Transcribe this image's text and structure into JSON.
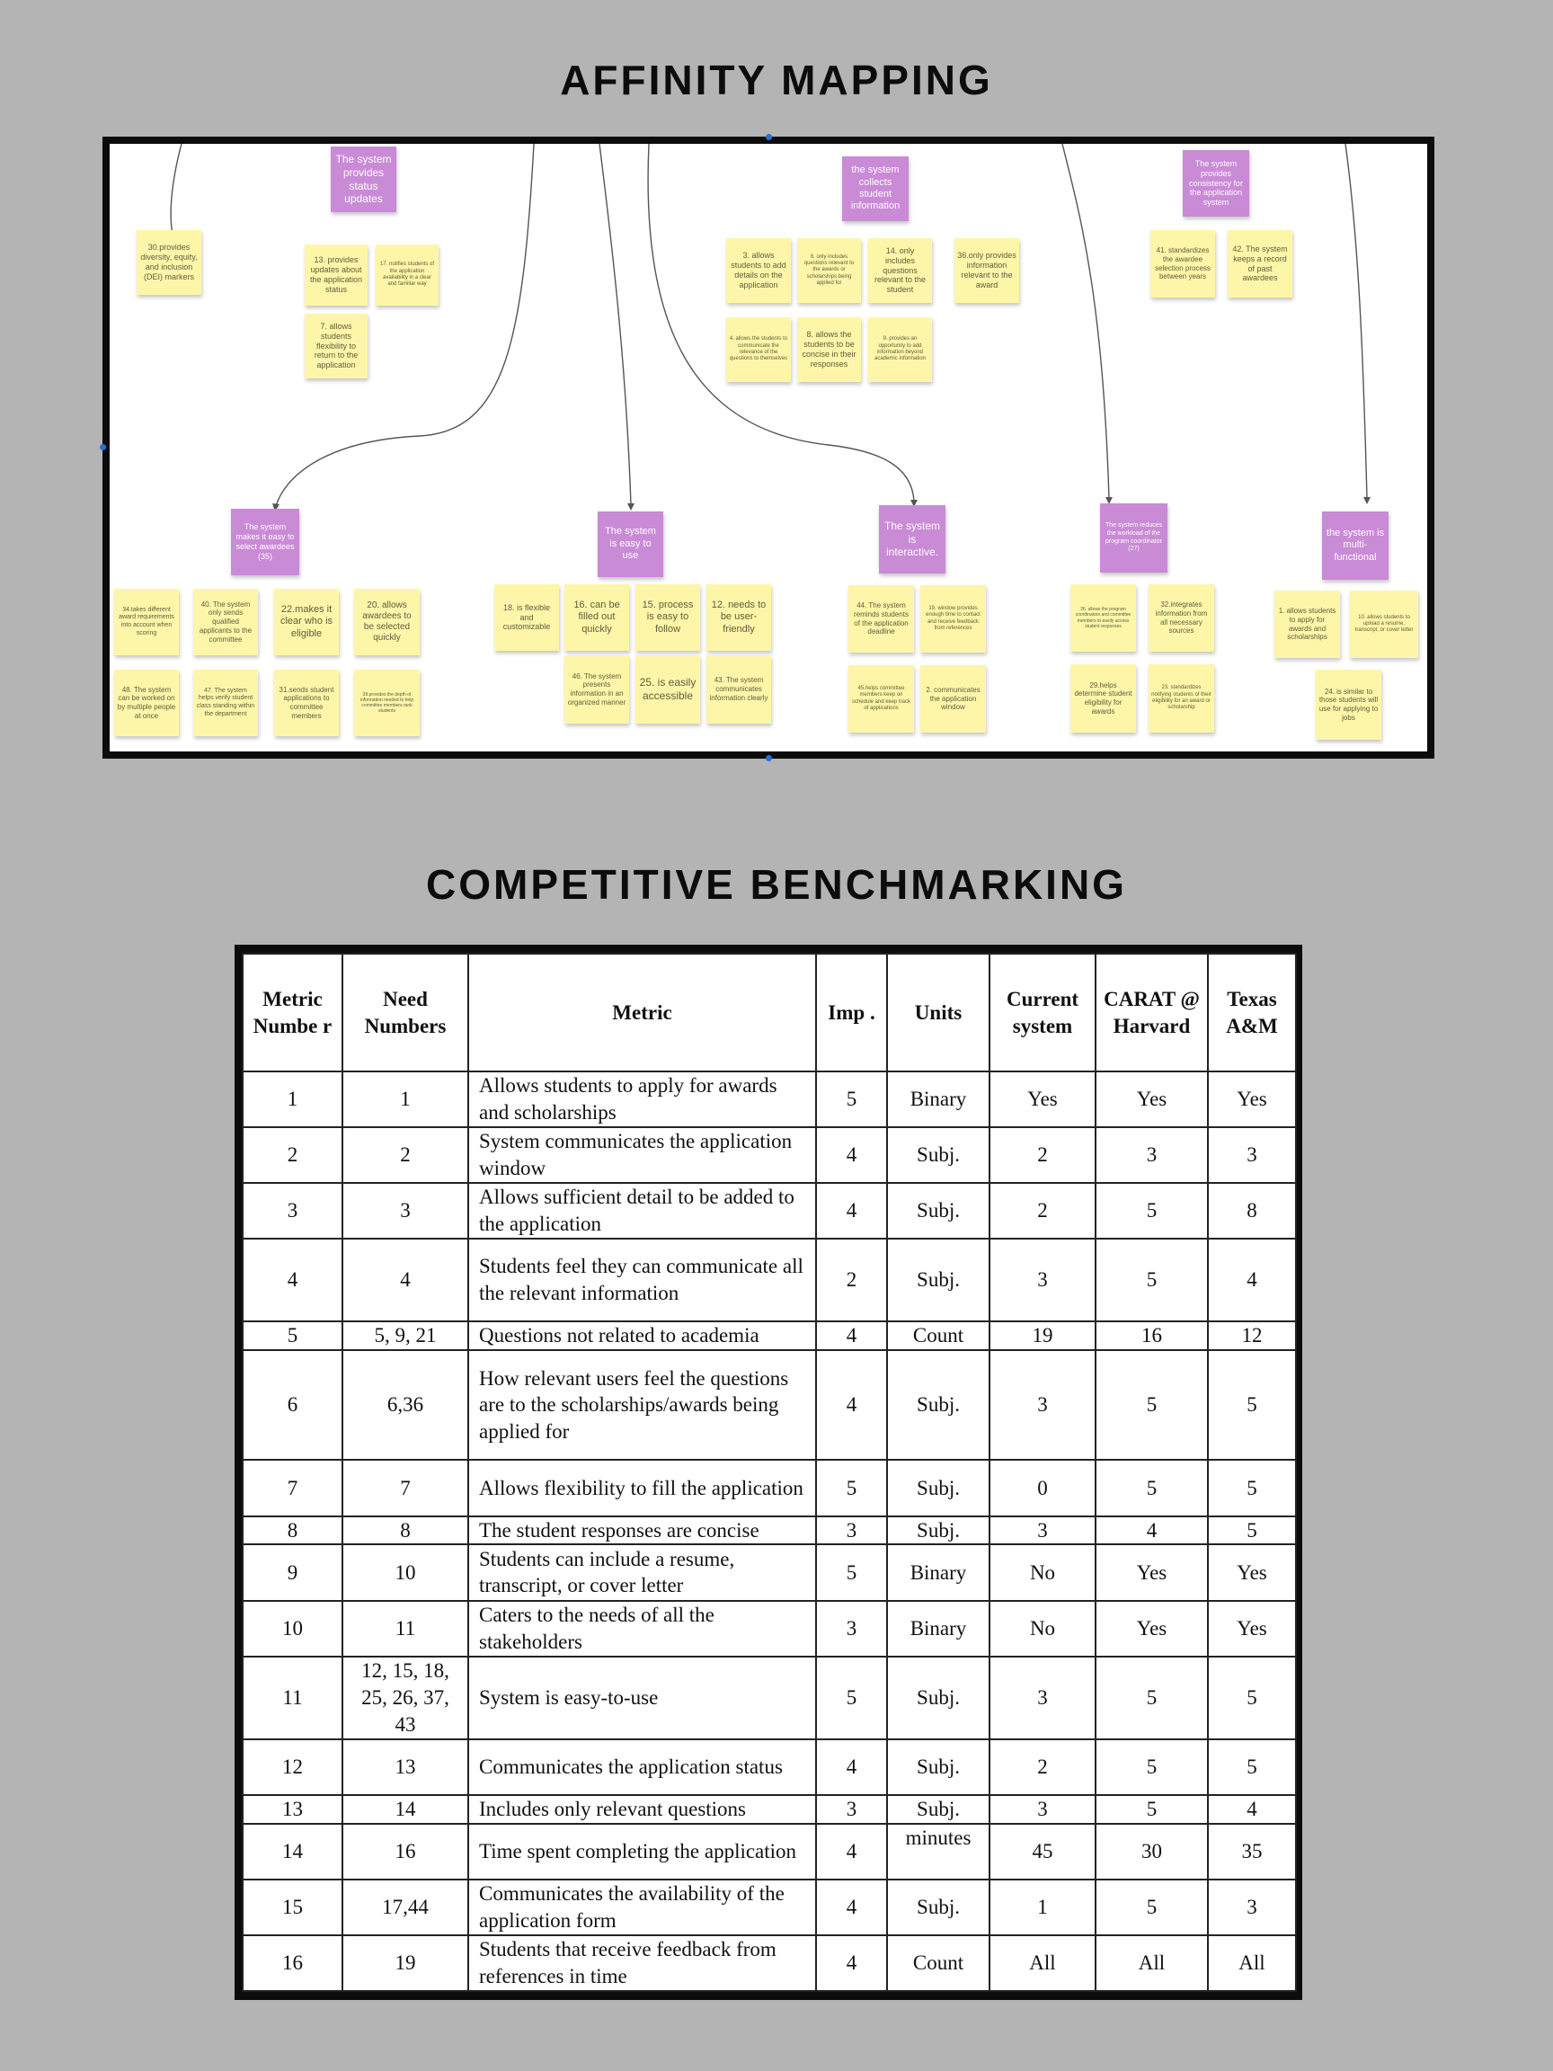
{
  "sections": {
    "affinity_title": "AFFINITY MAPPING",
    "benchmark_title": "COMPETITIVE BENCHMARKING"
  },
  "board": {
    "groups": [
      {
        "heading": "The system provides status updates",
        "notes": [
          "30.provides diversity, equity, and inclusion (DEI) markers",
          "13. provides updates about the application status",
          "17. notifies students of the application availability in a clear and familiar way",
          "7. allows students flexibility to return to the application"
        ]
      },
      {
        "heading": "the system collects student information",
        "notes": [
          "3. allows students to add details on the application",
          "6. only includes questions relevant to the awards or scholarships being applied for",
          "14. only includes questions relevant to the student",
          "36.only provides information relevant to the award",
          "4. allows the students to communicate the relevance of the questions to themselves",
          "8. allows the students to be concise in their responses",
          "9. provides an opportunity to add information beyond academic information"
        ]
      },
      {
        "heading": "The system provides consistency for the application system",
        "notes": [
          "41. standardizes the awardee selection process between years",
          "42. The system keeps a record of past awardees"
        ]
      },
      {
        "heading": "The system makes it easy to select awardees (35)",
        "notes": [
          "34.takes different award requirements into account when scoring",
          "40. The system only sends qualified applicants to the committee",
          "22.makes it clear who is eligible",
          "20. allows awardees to be selected quickly",
          "48. The system can be worked on by multiple people at once",
          "47. The system helps verify student class standing within the department",
          "31.sends student applications to committee members",
          "39.provides the depth of information needed to help committee members rank students"
        ]
      },
      {
        "heading": "The system is easy to use",
        "notes": [
          "18. is flexible and customizable",
          "16. can be filled out quickly",
          "15. process is easy to follow",
          "12. needs to be user-friendly",
          "46. The system presents information in an organized manner",
          "25. is easily accessible",
          "43. The system communicates information clearly"
        ]
      },
      {
        "heading": "The system is interactive.",
        "notes": [
          "44. The system reminds students of the application deadline",
          "19. window provides enough time to contact and receive feedback from references",
          "45.helps committee members keep on schedule and keep track of applications",
          "2. communicates the application window"
        ]
      },
      {
        "heading": "The system reduces the workload of the program coordinator (27)",
        "notes": [
          "26. allows the program coordinators and committee members to easily access student responses",
          "32.integrates information from all necessary sources",
          "29.helps determine student eligibility for awards",
          "23. standardizes notifying students of their eligibility for an award or scholarship"
        ]
      },
      {
        "heading": "the system is multi-functional",
        "notes": [
          "1. allows students to apply for awards and scholarships",
          "10. allows students to upload a resume, transcript, or cover letter",
          "24. is similar to those students will use for applying to jobs"
        ]
      }
    ]
  },
  "table": {
    "headers": [
      "Metric Numbe r",
      "Need Numbers",
      "Metric",
      "Imp .",
      "Units",
      "Current system",
      "CARAT @ Harvard",
      "Texas A&M"
    ],
    "rows": [
      [
        "1",
        "1",
        "Allows students to apply for awards and scholarships",
        "5",
        "Binary",
        "Yes",
        "Yes",
        "Yes"
      ],
      [
        "2",
        "2",
        "System communicates the application window",
        "4",
        "Subj.",
        "2",
        "3",
        "3"
      ],
      [
        "3",
        "3",
        "Allows sufficient detail to be added to the application",
        "4",
        "Subj.",
        "2",
        "5",
        "8"
      ],
      [
        "4",
        "4",
        "Students feel they can communicate all the relevant information",
        "2",
        "Subj.",
        "3",
        "5",
        "4"
      ],
      [
        "5",
        "5, 9, 21",
        "Questions not related to academia",
        "4",
        "Count",
        "19",
        "16",
        "12"
      ],
      [
        "6",
        "6,36",
        "How relevant users feel the questions are to the scholarships/awards being applied for",
        "4",
        "Subj.",
        "3",
        "5",
        "5"
      ],
      [
        "7",
        "7",
        "Allows flexibility to fill the application",
        "5",
        "Subj.",
        "0",
        "5",
        "5"
      ],
      [
        "8",
        "8",
        "The student responses are concise",
        "3",
        "Subj.",
        "3",
        "4",
        "5"
      ],
      [
        "9",
        "10",
        "Students can include a resume, transcript, or cover letter",
        "5",
        "Binary",
        "No",
        "Yes",
        "Yes"
      ],
      [
        "10",
        "11",
        "Caters to the needs of all the stakeholders",
        "3",
        "Binary",
        "No",
        "Yes",
        "Yes"
      ],
      [
        "11",
        "12, 15, 18, 25, 26, 37, 43",
        "System is easy-to-use",
        "5",
        "Subj.",
        "3",
        "5",
        "5"
      ],
      [
        "12",
        "13",
        "Communicates the application status",
        "4",
        "Subj.",
        "2",
        "5",
        "5"
      ],
      [
        "13",
        "14",
        "Includes only relevant questions",
        "3",
        "Subj.",
        "3",
        "5",
        "4"
      ],
      [
        "14",
        "16",
        "Time spent completing the application",
        "4",
        "minutes",
        "45",
        "30",
        "35"
      ],
      [
        "15",
        "17,44",
        "Communicates the availability of the application form",
        "4",
        "Subj.",
        "1",
        "5",
        "3"
      ],
      [
        "16",
        "19",
        "Students that receive feedback from references in time",
        "4",
        "Count",
        "All",
        "All",
        "All"
      ]
    ]
  }
}
